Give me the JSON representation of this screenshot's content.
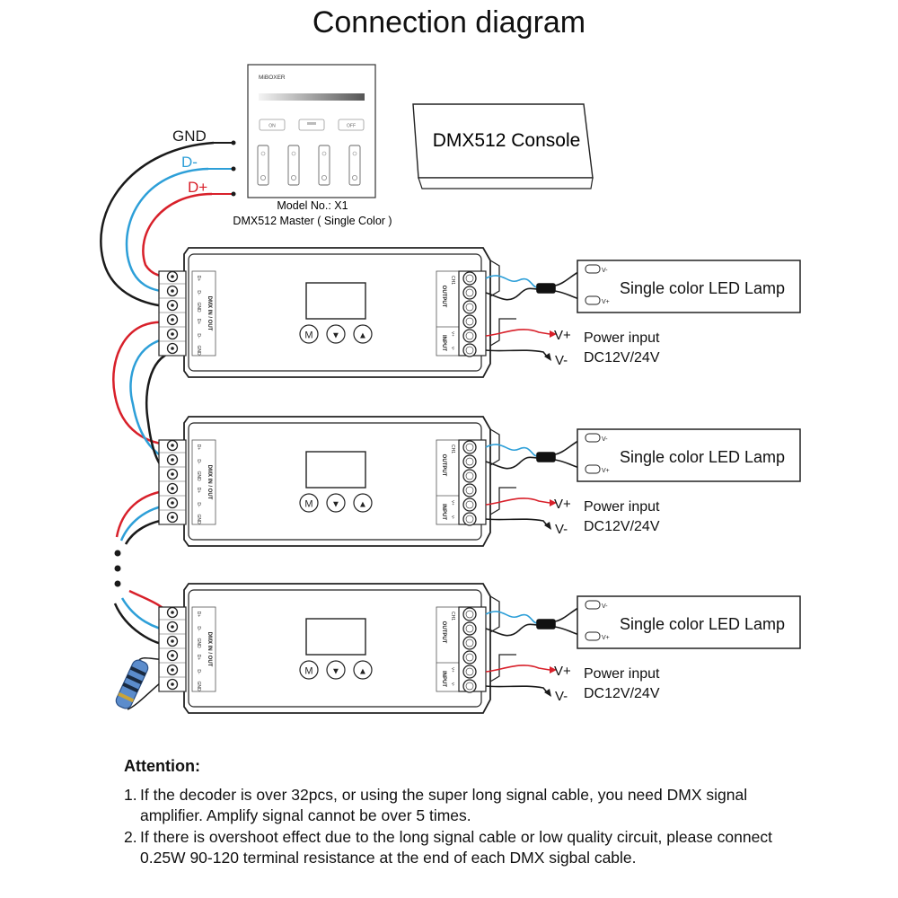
{
  "title": "Connection diagram",
  "master": {
    "brand": "MiBOXER",
    "buttons": [
      "ON",
      "",
      "OFF"
    ],
    "model": "Model No.: X1",
    "description": "DMX512 Master ( Single Color )"
  },
  "console": {
    "label": "DMX512 Console"
  },
  "signal_labels": {
    "gnd": "GND",
    "d_minus": "D-",
    "d_plus": "D+"
  },
  "decoder": {
    "left_terminal_labels": [
      "D+",
      "D-",
      "GND",
      "D+",
      "D-",
      "GND"
    ],
    "left_group_label": "DMX IN / OUT",
    "output_group_label": "OUTPUT",
    "ch_label": "CH1",
    "input_group_label": "INPUT",
    "input_terminal_labels": [
      "V+",
      "V-"
    ],
    "buttons": [
      "M",
      "▼",
      "▲"
    ]
  },
  "lamp": {
    "label": "Single color LED Lamp",
    "pin_minus": "V-",
    "pin_plus": "V+"
  },
  "power": {
    "v_plus": "V+",
    "v_minus": "V-",
    "label": "Power input",
    "voltage": "DC12V/24V"
  },
  "colors": {
    "red": "#d8202a",
    "blue": "#2d9fd8",
    "black": "#1a1a1a",
    "resistor": "#4a7ab5"
  },
  "attention": {
    "title": "Attention:",
    "items": [
      {
        "num": "1.",
        "text": "If the decoder is over 32pcs, or using the super long signal cable, you need DMX signal amplifier. Amplify signal cannot be over 5 times."
      },
      {
        "num": "2.",
        "text": "If there is overshoot effect due to the long signal cable or low quality circuit, please connect 0.25W 90-120  terminal resistance at the end of each DMX sigbal cable."
      }
    ]
  }
}
